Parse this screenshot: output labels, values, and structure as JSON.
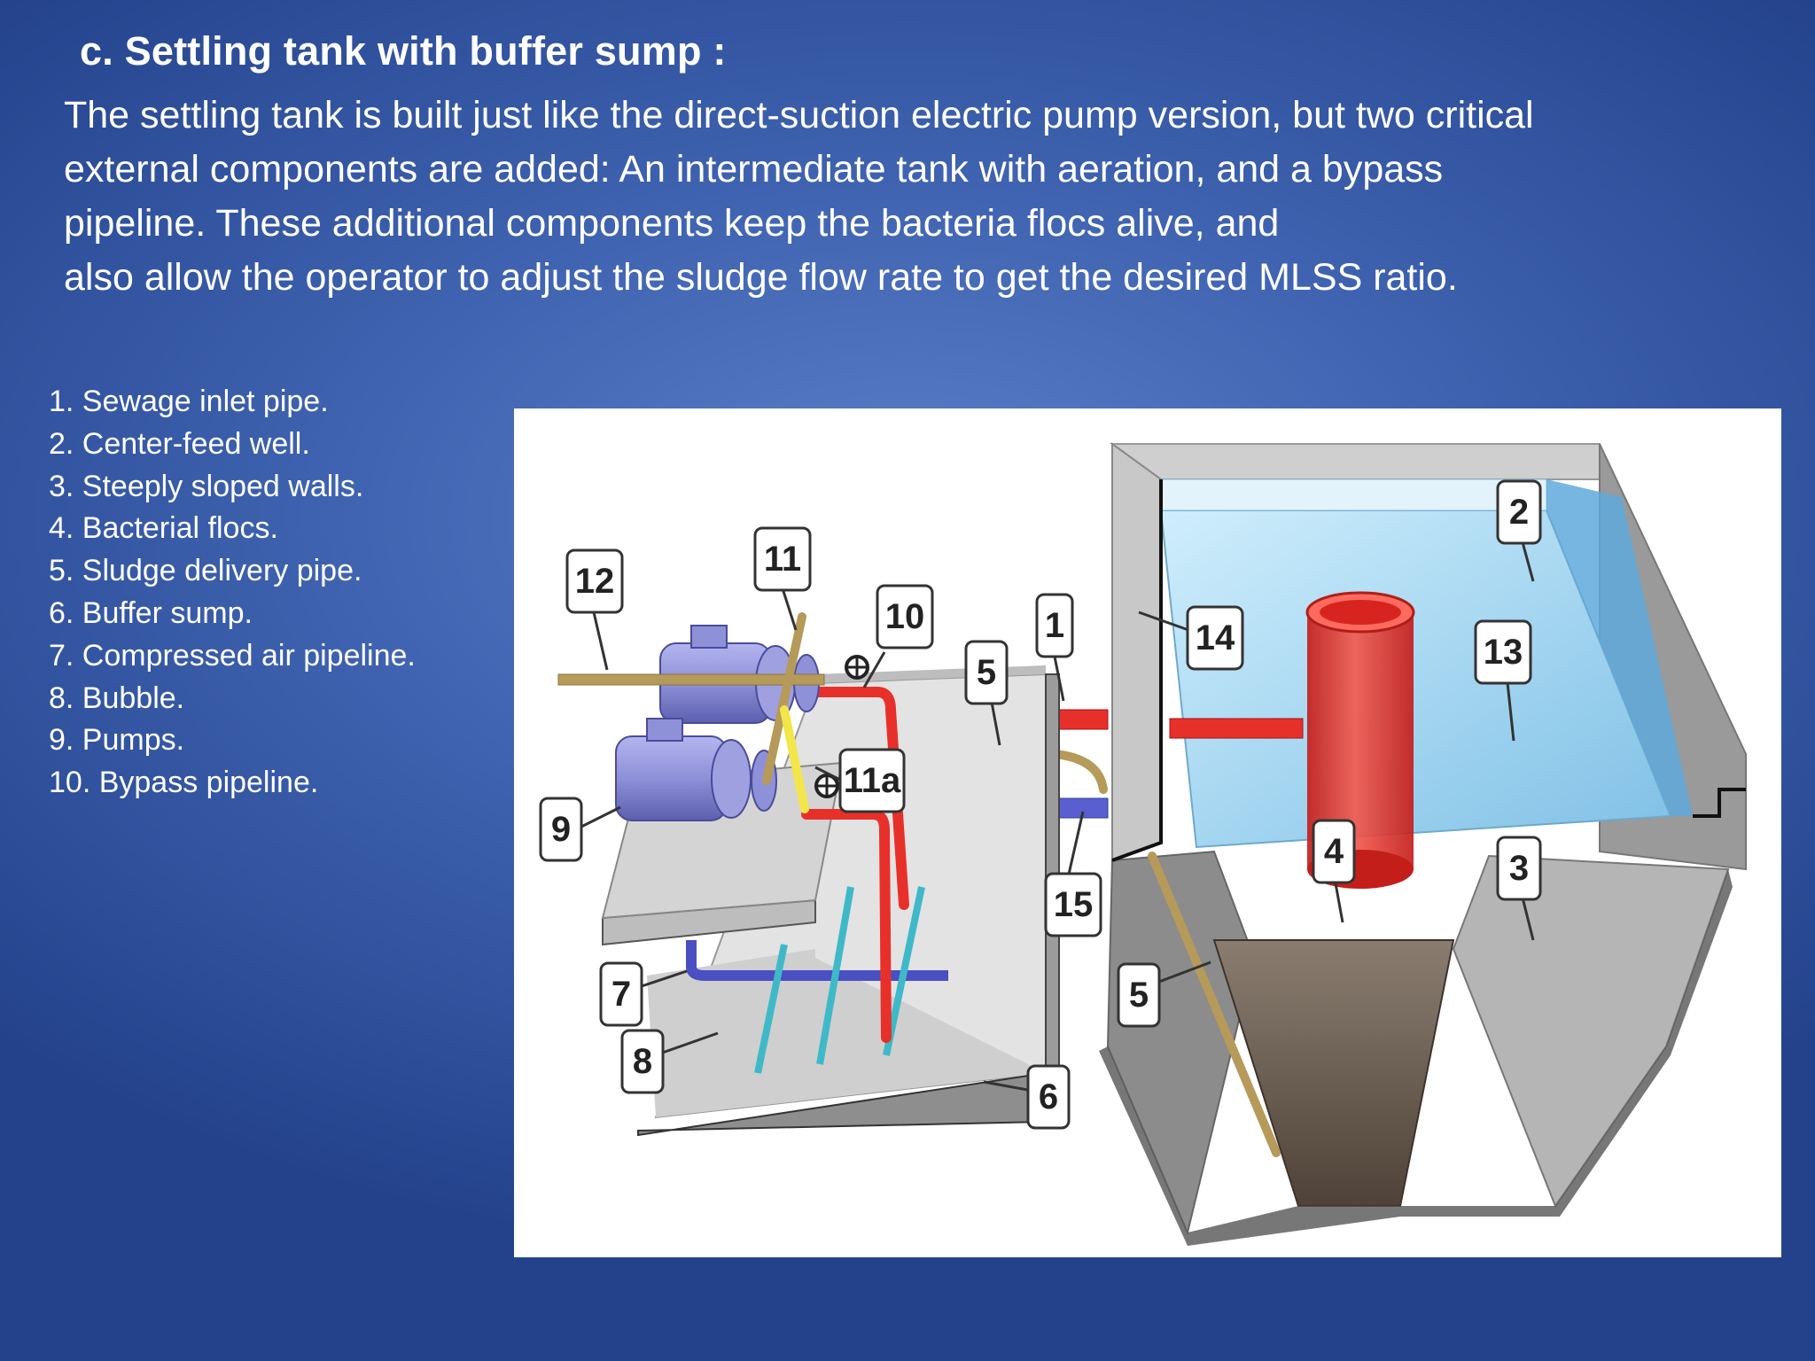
{
  "slide": {
    "heading": "c. Settling tank with buffer sump :",
    "intro_lines": [
      "The settling tank is built just like the direct-suction electric pump version, but two critical",
      "external components are added: An intermediate tank with aeration, and a bypass",
      "pipeline. These additional components keep the bacteria flocs alive, and",
      "also allow the operator to adjust the sludge flow rate to get the desired MLSS ratio."
    ],
    "legend": [
      "1. Sewage inlet pipe.",
      "2. Center-feed well.",
      "3. Steeply sloped walls.",
      "4. Bacterial flocs.",
      "5. Sludge delivery pipe.",
      "6. Buffer sump.",
      "7. Compressed air pipeline.",
      "8. Bubble.",
      "9. Pumps.",
      "10. Bypass pipeline."
    ]
  },
  "diagram": {
    "callouts": [
      "1",
      "2",
      "3",
      "4",
      "5",
      "5",
      "6",
      "7",
      "8",
      "9",
      "10",
      "11",
      "11a",
      "12",
      "13",
      "14",
      "15"
    ],
    "colors": {
      "water": "#a9d8f2",
      "center_feed_well": "#e8302a",
      "concrete": "#d6d6d6",
      "sludge_hopper": "#6f6256",
      "pump": "#8e90d8",
      "air_pipe": "#4a4fc2",
      "bubbles": "#3fb9c8",
      "sludge_pipe": "#b59a5a",
      "bypass_pipe": "#e8302a"
    }
  }
}
